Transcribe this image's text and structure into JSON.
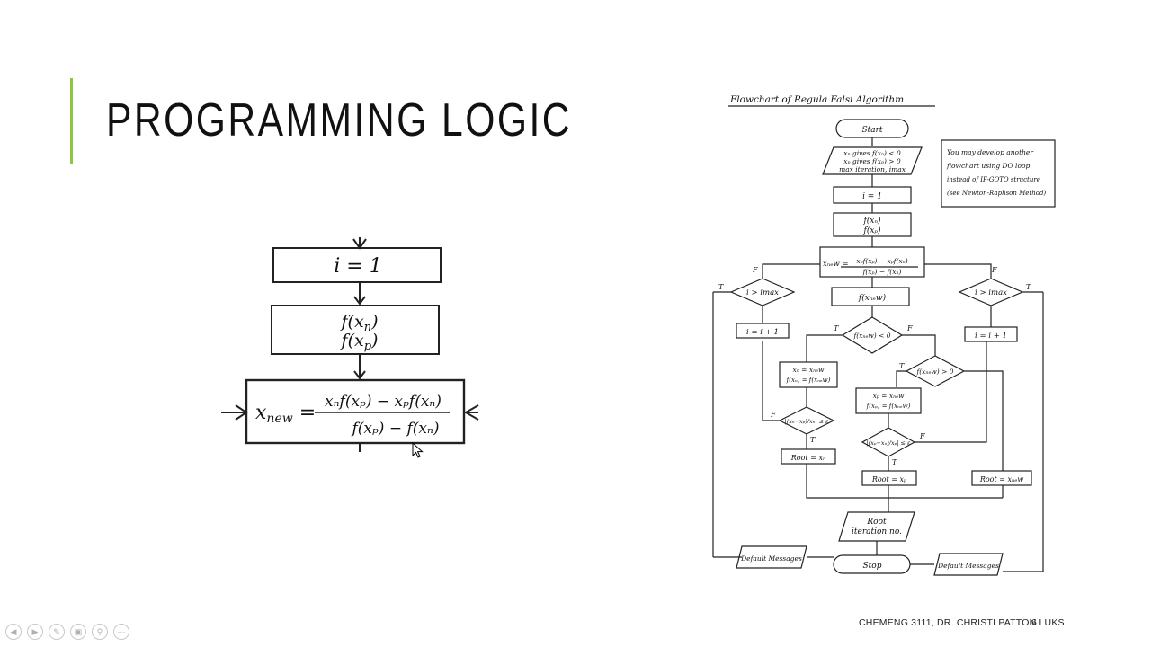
{
  "slide": {
    "title": "PROGRAMMING LOGIC",
    "footer": "CHEMENG 3111, DR. CHRISTI PATTON LUKS",
    "page_number": "6"
  },
  "left_figure": {
    "box1": "i = 1",
    "box2_line1": "f(x",
    "box2_line1_sub": "n",
    "box2_line2": "f(x",
    "box2_line2_sub": "p",
    "xnew_label": "x",
    "xnew_sub": "new",
    "numerator": "xₙf(xₚ) − xₚf(xₙ)",
    "denominator": "f(xₚ) − f(xₙ)"
  },
  "right_figure": {
    "heading": "Flowchart of Regula Falsi Algorithm",
    "start": "Start",
    "input_line1": "xₙ gives f(xₙ) < 0",
    "input_line2": "xₚ gives f(xₚ) > 0",
    "input_line3": "max iteration, imax",
    "note_line1": "You may develop another",
    "note_line2": "flowchart using DO loop",
    "note_line3": "instead of IF-GOTO structure",
    "note_line4": "(see Newton-Raphson Method)",
    "i_equals_1": "i = 1",
    "f_xn": "f(xₙ)",
    "f_xp": "f(xₚ)",
    "xnew_eq": "xₙₑw =",
    "xnew_num": "xₙf(xₚ) − xₚf(xₙ)",
    "xnew_den": "f(xₚ) − f(xₙ)",
    "f_xnew": "f(xₙₑw)",
    "cond_left": "i > imax",
    "cond_right": "i > imax",
    "inc_left": "i = i + 1",
    "inc_right": "i = i + 1",
    "cond_center": "f(xₙₑw) < 0",
    "cond_center2": "f(xₙₑw) > 0",
    "assign_left1": "xₙ = xₙₑw",
    "assign_left2": "f(xₙ) = f(xₙₑw)",
    "assign_mid1": "xₚ = xₙₑw",
    "assign_mid2": "f(xₚ) = f(xₙₑw)",
    "conv_left": "|(xₙ−xₚ)/xₙ| ≤ ε",
    "conv_mid": "|(xₚ−xₙ)/xₚ| ≤ ε",
    "root_left": "Root = xₙ",
    "root_mid": "Root = xₚ",
    "root_right": "Root = xₙₑw",
    "output_line1": "Root",
    "output_line2": "iteration no.",
    "default_left": "Default Messages",
    "default_right": "Default Messages",
    "stop": "Stop",
    "T": "T",
    "F": "F"
  },
  "toolbar": {
    "buttons": [
      "prev-icon",
      "next-icon",
      "pen-icon",
      "slides-icon",
      "zoom-icon",
      "more-icon"
    ]
  }
}
